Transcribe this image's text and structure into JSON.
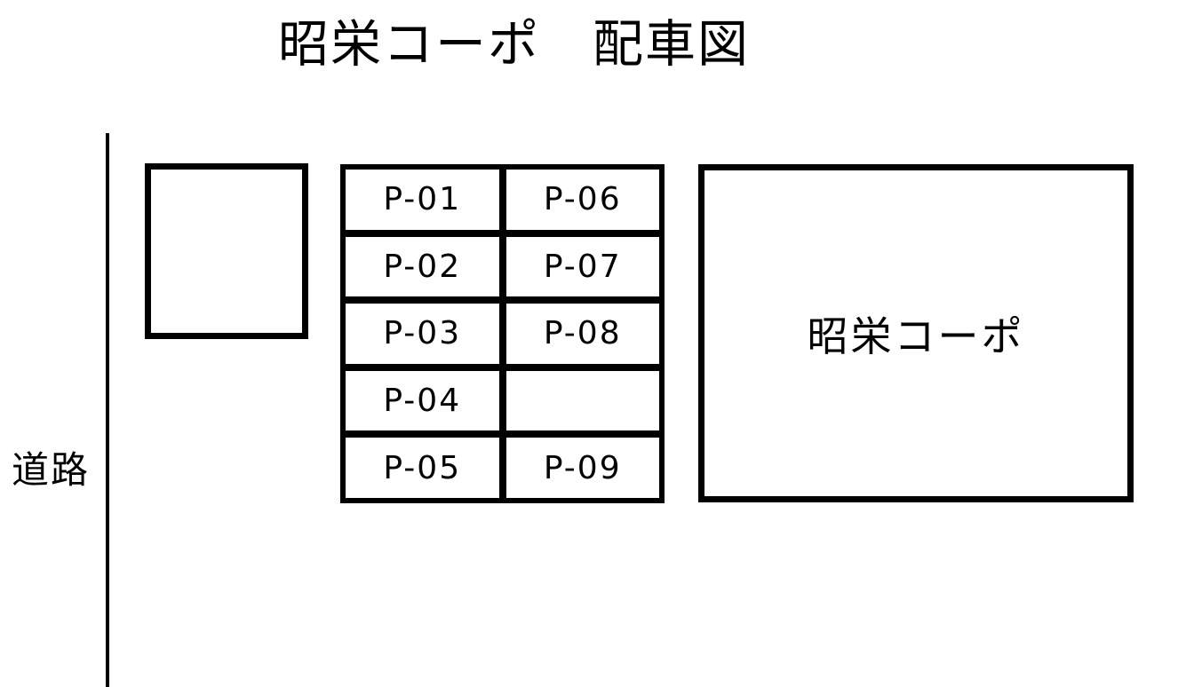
{
  "title": "昭栄コーポ　配車図",
  "road": {
    "label": "道路"
  },
  "building": {
    "label": "昭栄コーポ"
  },
  "parking_spaces": {
    "col1": [
      "P-01",
      "P-02",
      "P-03",
      "P-04",
      "P-05"
    ],
    "col2": [
      "P-06",
      "P-07",
      "P-08",
      "",
      "P-09"
    ]
  },
  "colors": {
    "line": "#000000",
    "background": "#ffffff",
    "text": "#000000"
  }
}
